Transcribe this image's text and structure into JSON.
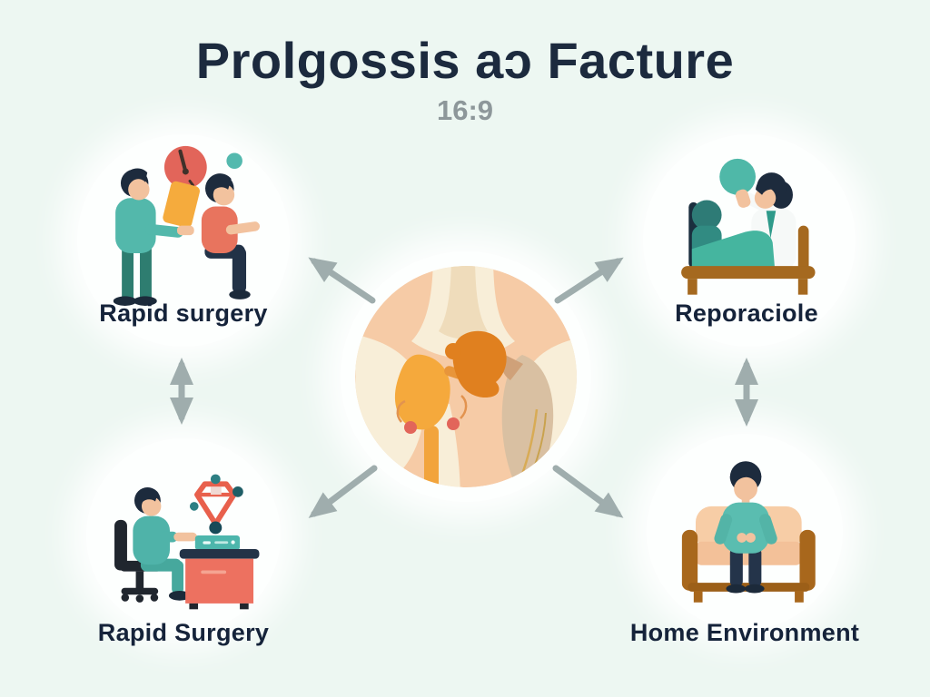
{
  "title": "Prolgossis aɔ Facture",
  "subtitle": "16:9",
  "center": {
    "icon": "fractured-hip-joint-illustration"
  },
  "nodes": {
    "top_left": {
      "label": "Rapid surgery",
      "icon": "clinician-showing-scan-to-seated-patient"
    },
    "top_right": {
      "label": "Reporaciole",
      "icon": "doctor-attending-patient-in-bed"
    },
    "bottom_left": {
      "label": "Rapid Surgery",
      "icon": "surgeon-at-desk-with-hologram"
    },
    "bottom_right": {
      "label": "Home Environment",
      "icon": "person-sitting-on-sofa"
    }
  },
  "connections": [
    {
      "from": "center",
      "to": "top_left",
      "type": "arrow"
    },
    {
      "from": "center",
      "to": "top_right",
      "type": "arrow"
    },
    {
      "from": "center",
      "to": "bottom_left",
      "type": "arrow"
    },
    {
      "from": "center",
      "to": "bottom_right",
      "type": "arrow"
    },
    {
      "from": "top_left",
      "to": "bottom_left",
      "type": "double-arrow"
    },
    {
      "from": "top_right",
      "to": "bottom_right",
      "type": "double-arrow"
    }
  ],
  "palette": {
    "background": "#edf7f2",
    "title_text": "#1c2a3e",
    "subtitle_text": "#8d979a",
    "label_text": "#15233a",
    "arrow_gray": "#9fadad",
    "circle_white": "#fdfffe",
    "teal": "#4fb3a9",
    "dark_teal": "#2e7d70",
    "coral": "#e8745e",
    "red_coral": "#e2655a",
    "orange": "#f5a93c",
    "dark_orange": "#e0801f",
    "peach": "#f6cba6",
    "cream_bone": "#f8eed8",
    "tan_bone": "#d9c0a2",
    "brown": "#a5691f",
    "navy": "#1d2b3d",
    "skin": "#f2c29e"
  }
}
